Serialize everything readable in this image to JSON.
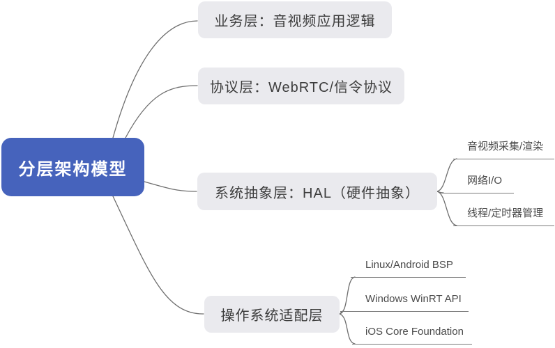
{
  "diagram": {
    "type": "mindmap",
    "root": {
      "label": "分层架构模型"
    },
    "branches": [
      {
        "label": "业务层：音视频应用逻辑",
        "children": []
      },
      {
        "label": "协议层：WebRTC/信令协议",
        "children": []
      },
      {
        "label": "系统抽象层：HAL（硬件抽象）",
        "children": [
          {
            "label": "音视频采集/渲染"
          },
          {
            "label": "网络I/O"
          },
          {
            "label": "线程/定时器管理"
          }
        ]
      },
      {
        "label": "操作系统适配层",
        "children": [
          {
            "label": "Linux/Android BSP"
          },
          {
            "label": "Windows WinRT API"
          },
          {
            "label": "iOS Core Foundation"
          }
        ]
      }
    ],
    "colors": {
      "root_bg": "#4663bc",
      "root_text": "#ffffff",
      "branch_bg": "#eaeaee",
      "branch_text": "#3d3d3d",
      "child_text": "#4a4a4a",
      "connector_line": "#6e6e6e",
      "canvas_bg": "#ffffff"
    }
  }
}
